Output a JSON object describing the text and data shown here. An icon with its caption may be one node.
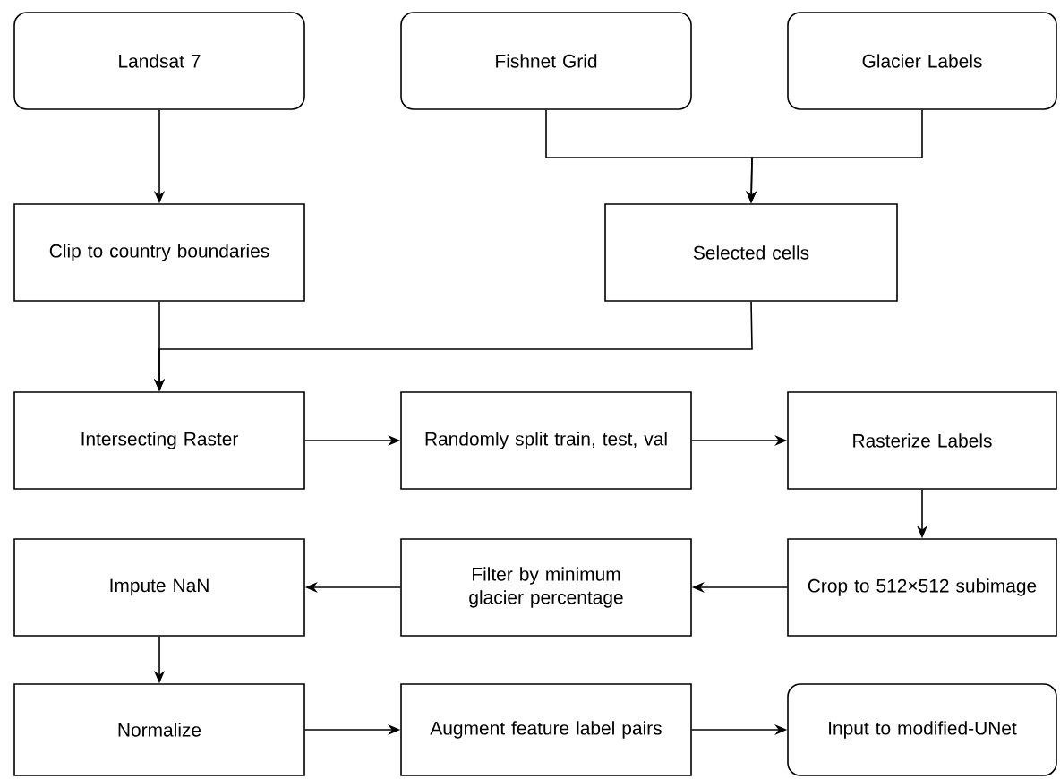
{
  "diagram": {
    "nodes": [
      {
        "text": [
          "Landsat 7"
        ]
      },
      {
        "text": [
          "Fishnet Grid"
        ]
      },
      {
        "text": [
          "Glacier Labels"
        ]
      },
      {
        "text": [
          "Clip to country boundaries"
        ]
      },
      {
        "text": [
          "Selected cells"
        ]
      },
      {
        "text": [
          "Intersecting Raster"
        ]
      },
      {
        "text": [
          "Randomly split train, test, val"
        ]
      },
      {
        "text": [
          "Rasterize Labels"
        ]
      },
      {
        "text": [
          "Impute NaN"
        ]
      },
      {
        "text": [
          "Filter by minimum glacier percentage"
        ]
      },
      {
        "text": [
          "Crop to 512×512 subimage"
        ]
      },
      {
        "text": [
          "Normalize"
        ]
      },
      {
        "text": [
          "Augment feature label pairs"
        ]
      },
      {
        "text": [
          "Input to modified-UNet"
        ]
      }
    ],
    "edges": [
      {
        "from": 0,
        "to": 3,
        "arrow": "to"
      },
      {
        "from": 1,
        "to": 4,
        "arrow": "to"
      },
      {
        "from": 2,
        "to": 4,
        "arrow": "to"
      },
      {
        "from": 3,
        "to": 5,
        "arrow": "to"
      },
      {
        "from": 4,
        "to": 5,
        "arrow": "to"
      },
      {
        "from": 5,
        "to": 6,
        "arrow": "to"
      },
      {
        "from": 6,
        "to": 7,
        "arrow": "to"
      },
      {
        "from": 7,
        "to": 10,
        "arrow": "to"
      },
      {
        "from": 10,
        "to": 9,
        "arrow": "to"
      },
      {
        "from": 9,
        "to": 8,
        "arrow": "to"
      },
      {
        "from": 8,
        "to": 11,
        "arrow": "to"
      },
      {
        "from": 11,
        "to": 12,
        "arrow": "to"
      },
      {
        "from": 12,
        "to": 13,
        "arrow": "to"
      }
    ]
  }
}
